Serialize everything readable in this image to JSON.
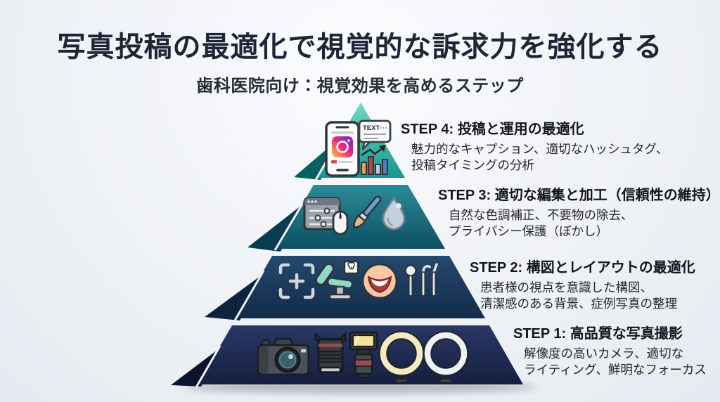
{
  "header": {
    "title": "写真投稿の最適化で視覚的な訴求力を強化する",
    "subtitle": "歯科医院向け：視覚効果を高めるステップ"
  },
  "pyramid": {
    "layers": [
      {
        "step_label": "STEP 4",
        "title": "STEP 4: 投稿と運用の最適化",
        "description_lines": [
          "魅力的なキャプション、適切なハッシュタグ、",
          "投稿タイミングの分析"
        ],
        "icons": [
          "instagram-phone-icon",
          "text-bubble-icon",
          "growth-chart-icon"
        ],
        "colors": {
          "top": "#6edbc2",
          "bottom": "#17968d",
          "fold": "#0b5f60"
        }
      },
      {
        "step_label": "STEP 3",
        "title": "STEP 3: 適切な編集と加工（信頼性の維持）",
        "description_lines": [
          "自然な色調補正、不要物の除去、",
          "プライバシー保護（ぼかし）"
        ],
        "icons": [
          "editor-sliders-icon",
          "mouse-icon",
          "paintbrush-icon",
          "water-drop-icon"
        ],
        "colors": {
          "top": "#2d8b97",
          "bottom": "#0d4f63",
          "fold": "#093c50"
        }
      },
      {
        "step_label": "STEP 2",
        "title": "STEP 2: 構図とレイアウトの最適化",
        "description_lines": [
          "患者様の視点を意識した構図、",
          "清潔感のある背景、症例写真の整理"
        ],
        "icons": [
          "focus-frame-icon",
          "dental-chair-icon",
          "smile-icon",
          "dental-tools-icon"
        ],
        "colors": {
          "top": "#24496d",
          "bottom": "#132b49",
          "fold": "#0c2440"
        }
      },
      {
        "step_label": "STEP 1",
        "title": "STEP 1: 高品質な写真撮影",
        "description_lines": [
          "解像度の高いカメラ、適切な",
          "ライティング、鮮明なフォーカス"
        ],
        "icons": [
          "dslr-camera-icon",
          "camera-lens-icon",
          "camera-flash-icon",
          "ring-light-yellow-icon",
          "ring-light-white-icon"
        ],
        "colors": {
          "top": "#2a3866",
          "bottom": "#161f40",
          "fold": "#0a142e"
        }
      }
    ]
  }
}
